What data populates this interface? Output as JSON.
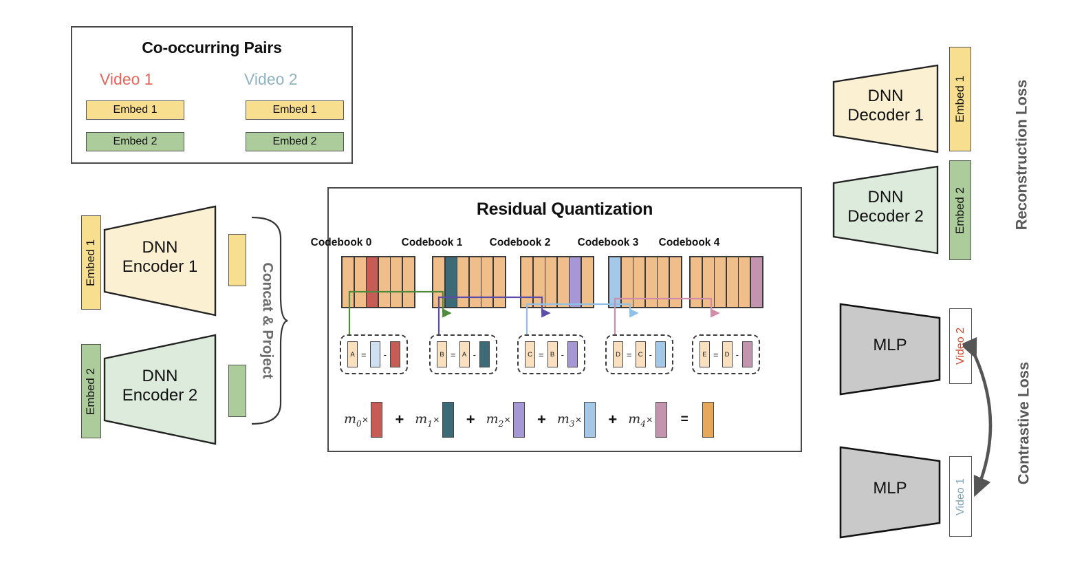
{
  "pairs_panel": {
    "title": "Co-occurring Pairs",
    "video1_label": "Video 1",
    "video2_label": "Video 2",
    "video1_color": "#E0665C",
    "video2_color": "#8FB2C0",
    "video1_embeds": [
      "Embed 1",
      "Embed 2"
    ],
    "video2_embeds": [
      "Embed 1",
      "Embed 2"
    ]
  },
  "encoders": {
    "input_embed_1": "Embed 1",
    "input_embed_2": "Embed 2",
    "encoder1_line1": "DNN",
    "encoder1_line2": "Encoder 1",
    "encoder2_line1": "DNN",
    "encoder2_line2": "Encoder 2",
    "concat_label": "Concat & Project",
    "embed1_color": "#F7DF8F",
    "embed2_color": "#ADCC9B"
  },
  "residual_quantization": {
    "title": "Residual Quantization",
    "codebook_cell_color": "#F0BE8A",
    "codebooks": [
      {
        "label": "Codebook 0",
        "cells": 6,
        "selected_index": 2,
        "selected_color": "#C75B55"
      },
      {
        "label": "Codebook 1",
        "cells": 6,
        "selected_index": 1,
        "selected_color": "#3C6B77"
      },
      {
        "label": "Codebook 2",
        "cells": 6,
        "selected_index": 4,
        "selected_color": "#A698D4"
      },
      {
        "label": "Codebook 3",
        "cells": 6,
        "selected_index": 0,
        "selected_color": "#A3C8E8"
      },
      {
        "label": "Codebook 4",
        "cells": 6,
        "selected_index": 5,
        "selected_color": "#C394AE"
      }
    ],
    "residual_boxes": [
      {
        "result": "A",
        "eq": "=",
        "left": "",
        "left_color": "#CFE0F0",
        "minus": "-",
        "right": "",
        "right_color": "#C75B55"
      },
      {
        "result": "B",
        "eq": "=",
        "left": "A",
        "left_color": "#FAE0BE",
        "minus": "-",
        "right": "",
        "right_color": "#3C6B77"
      },
      {
        "result": "C",
        "eq": "=",
        "left": "B",
        "left_color": "#FAE0BE",
        "minus": "-",
        "right": "",
        "right_color": "#A698D4"
      },
      {
        "result": "D",
        "eq": "=",
        "left": "C",
        "left_color": "#FAE0BE",
        "minus": "-",
        "right": "",
        "right_color": "#A3C8E8"
      },
      {
        "result": "E",
        "eq": "=",
        "left": "D",
        "left_color": "#FAE0BE",
        "minus": "-",
        "right": "",
        "right_color": "#C394AE"
      }
    ],
    "arrow_colors": [
      "#4F8A3D",
      "#5B4DA8",
      "#8FC0E8",
      "#D08CA8"
    ],
    "sum_row": {
      "coefficients": [
        "m",
        "m",
        "m",
        "m",
        "m"
      ],
      "subscripts": [
        "0",
        "1",
        "2",
        "3",
        "4"
      ],
      "times_symbol": "×",
      "plus_symbol": "+",
      "equals_symbol": "=",
      "bar_colors": [
        "#C75B55",
        "#3C6B77",
        "#A698D4",
        "#A3C8E8",
        "#C394AE"
      ],
      "result_color": "#E8A85C"
    }
  },
  "decoders": {
    "decoder1_line1": "DNN",
    "decoder1_line2": "Decoder 1",
    "decoder2_line1": "DNN",
    "decoder2_line2": "Decoder 2",
    "output_embed_1": "Embed 1",
    "output_embed_2": "Embed 2",
    "reconstruction_loss_label": "Reconstruction Loss"
  },
  "contrastive": {
    "mlp1_label": "MLP",
    "mlp2_label": "MLP",
    "video2_label": "Video 2",
    "video1_label": "Video 1",
    "video2_color": "#D1462A",
    "video1_color": "#7FA3B5",
    "contrastive_loss_label": "Contrastive Loss"
  }
}
